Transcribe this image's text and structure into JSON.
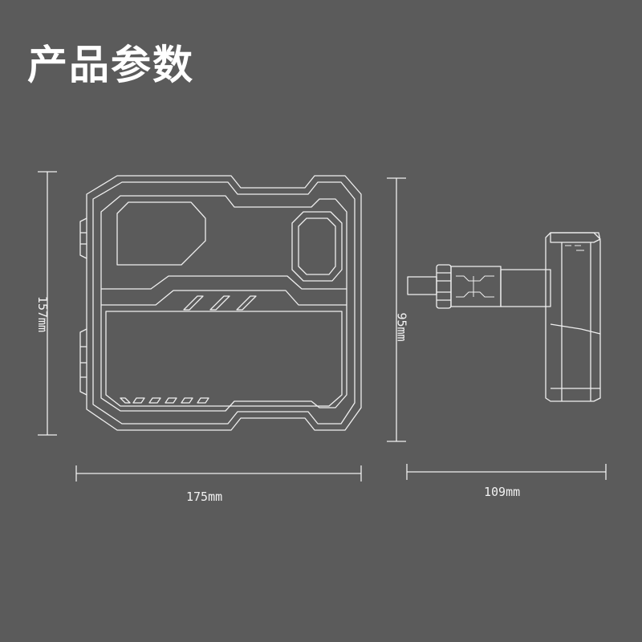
{
  "title": "产品参数",
  "dimensions": {
    "height_front": "157mm",
    "width_front": "175mm",
    "height_side": "95mm",
    "depth_side": "109mm"
  },
  "colors": {
    "background": "#5b5b5b",
    "line": "#efefef",
    "text": "#ffffff"
  }
}
